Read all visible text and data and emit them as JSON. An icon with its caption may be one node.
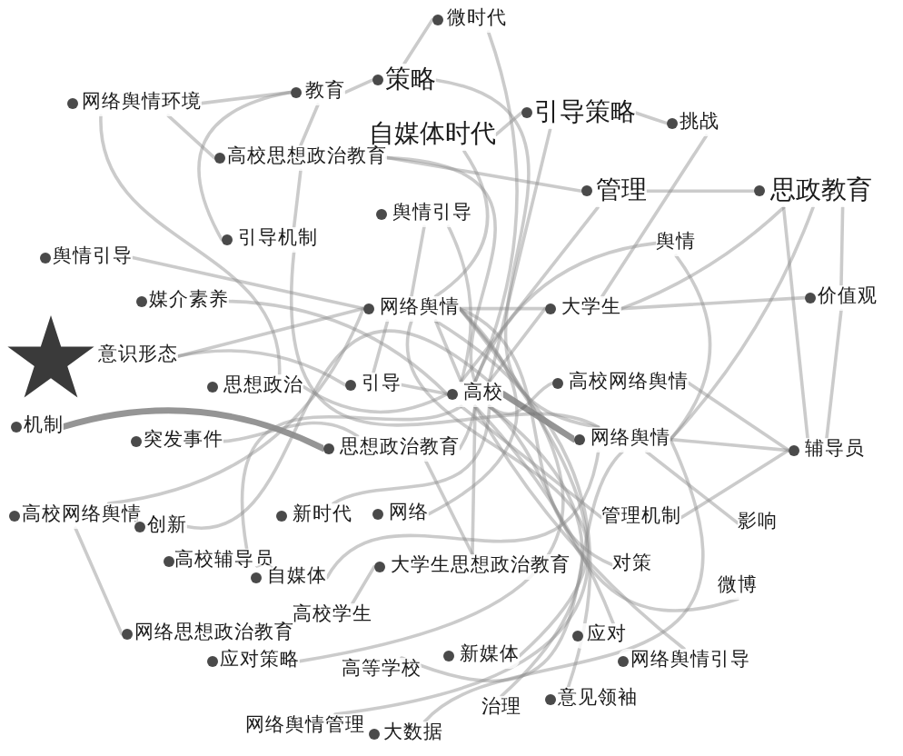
{
  "diagram": {
    "nodes": [
      {
        "text": [
          "微时代"
        ]
      },
      {
        "text": [
          "网络舆情环境"
        ]
      },
      {
        "text": [
          "教育"
        ]
      },
      {
        "text": [
          "策略"
        ]
      },
      {
        "text": [
          "自媒体时代"
        ]
      },
      {
        "text": [
          "引导策略"
        ]
      },
      {
        "text": [
          "挑战"
        ]
      },
      {
        "text": [
          "高校思想政治教育"
        ]
      },
      {
        "text": [
          "管理"
        ]
      },
      {
        "text": [
          "思政教育"
        ]
      },
      {
        "text": [
          "舆情引导"
        ]
      },
      {
        "text": [
          "舆情"
        ]
      },
      {
        "text": [
          "引导机制"
        ]
      },
      {
        "text": [
          "舆情引导"
        ]
      },
      {
        "text": [
          "媒介素养"
        ]
      },
      {
        "text": [
          "价值观"
        ]
      },
      {
        "text": [
          "网络舆情"
        ]
      },
      {
        "text": [
          "大学生"
        ]
      },
      {
        "text": [
          "意识形态"
        ]
      },
      {
        "text": [
          "思想政治"
        ]
      },
      {
        "text": [
          "引导"
        ]
      },
      {
        "text": [
          "高校"
        ]
      },
      {
        "text": [
          "高校网络舆情"
        ]
      },
      {
        "text": [
          "机制"
        ]
      },
      {
        "text": [
          "突发事件"
        ]
      },
      {
        "text": [
          "思想政治教育"
        ]
      },
      {
        "text": [
          "网络舆情"
        ]
      },
      {
        "text": [
          "辅导员"
        ]
      },
      {
        "text": [
          "高校网络舆情"
        ]
      },
      {
        "text": [
          "创新"
        ]
      },
      {
        "text": [
          "新时代"
        ]
      },
      {
        "text": [
          "网络"
        ]
      },
      {
        "text": [
          "管理机制"
        ]
      },
      {
        "text": [
          "影响"
        ]
      },
      {
        "text": [
          "高校辅导员"
        ]
      },
      {
        "text": [
          "自媒体"
        ]
      },
      {
        "text": [
          "大学生思想政治教育"
        ]
      },
      {
        "text": [
          "对策"
        ]
      },
      {
        "text": [
          "微博"
        ]
      },
      {
        "text": [
          "高校学生"
        ]
      },
      {
        "text": [
          "网络思想政治教育"
        ]
      },
      {
        "text": [
          "应对"
        ]
      },
      {
        "text": [
          "应对策略"
        ]
      },
      {
        "text": [
          "高等学校"
        ]
      },
      {
        "text": [
          "新媒体"
        ]
      },
      {
        "text": [
          "网络舆情引导"
        ]
      },
      {
        "text": [
          "网络舆情管理"
        ]
      },
      {
        "text": [
          "大数据"
        ]
      },
      {
        "text": [
          "治理"
        ]
      },
      {
        "text": [
          "意见领袖"
        ]
      }
    ],
    "edges": [
      {
        "from": 1,
        "to": 2,
        "arrow": "none"
      },
      {
        "from": 1,
        "to": 7,
        "arrow": "none"
      },
      {
        "from": 1,
        "to": 19,
        "arrow": "none"
      },
      {
        "from": 2,
        "to": 3,
        "arrow": "none"
      },
      {
        "from": 2,
        "to": 12,
        "arrow": "none"
      },
      {
        "from": 2,
        "to": 7,
        "arrow": "none"
      },
      {
        "from": 3,
        "to": 0,
        "arrow": "none"
      },
      {
        "from": 0,
        "to": 21,
        "arrow": "none"
      },
      {
        "from": 4,
        "to": 5,
        "arrow": "none"
      },
      {
        "from": 5,
        "to": 6,
        "arrow": "none"
      },
      {
        "from": 5,
        "to": 21,
        "arrow": "none"
      },
      {
        "from": 6,
        "to": 17,
        "arrow": "none"
      },
      {
        "from": 8,
        "to": 9,
        "arrow": "none"
      },
      {
        "from": 9,
        "to": 17,
        "arrow": "none"
      },
      {
        "from": 9,
        "to": 27,
        "arrow": "none"
      },
      {
        "from": 9,
        "to": 26,
        "arrow": "none"
      },
      {
        "from": 15,
        "to": 17,
        "arrow": "none"
      },
      {
        "from": 15,
        "to": 9,
        "arrow": "none"
      },
      {
        "from": 15,
        "to": 27,
        "arrow": "none"
      },
      {
        "from": 27,
        "to": 26,
        "arrow": "none"
      },
      {
        "from": 27,
        "to": 22,
        "arrow": "none"
      },
      {
        "from": 27,
        "to": 32,
        "arrow": "none"
      },
      {
        "from": 11,
        "to": 26,
        "arrow": "none"
      },
      {
        "from": 11,
        "to": 21,
        "arrow": "none"
      },
      {
        "from": 10,
        "to": 21,
        "arrow": "none"
      },
      {
        "from": 10,
        "to": 16,
        "arrow": "none"
      },
      {
        "from": 12,
        "to": 7,
        "arrow": "none"
      },
      {
        "from": 12,
        "to": 26,
        "arrow": "none"
      },
      {
        "from": 13,
        "to": 16,
        "arrow": "none"
      },
      {
        "from": 14,
        "to": 21,
        "arrow": "none"
      },
      {
        "from": 18,
        "to": 20,
        "arrow": "none"
      },
      {
        "from": 18,
        "to": 16,
        "arrow": "none"
      },
      {
        "from": 19,
        "to": 21,
        "arrow": "none"
      },
      {
        "from": 20,
        "to": 21,
        "arrow": "none"
      },
      {
        "from": 16,
        "to": 21,
        "arrow": "none"
      },
      {
        "from": 16,
        "to": 17,
        "arrow": "none"
      },
      {
        "from": 16,
        "to": 20,
        "arrow": "none"
      },
      {
        "from": 17,
        "to": 21,
        "arrow": "none"
      },
      {
        "from": 22,
        "to": 21,
        "arrow": "none"
      },
      {
        "from": 21,
        "to": 26,
        "arrow": "none",
        "style": "thick"
      },
      {
        "from": 23,
        "to": 25,
        "arrow": "none",
        "style": "thick"
      },
      {
        "from": 24,
        "to": 25,
        "arrow": "none"
      },
      {
        "from": 25,
        "to": 21,
        "arrow": "none"
      },
      {
        "from": 25,
        "to": 36,
        "arrow": "none"
      },
      {
        "from": 28,
        "to": 16,
        "arrow": "none"
      },
      {
        "from": 29,
        "to": 21,
        "arrow": "none"
      },
      {
        "from": 30,
        "to": 21,
        "arrow": "none"
      },
      {
        "from": 31,
        "to": 16,
        "arrow": "none"
      },
      {
        "from": 33,
        "to": 26,
        "arrow": "none"
      },
      {
        "from": 34,
        "to": 21,
        "arrow": "none"
      },
      {
        "from": 35,
        "to": 26,
        "arrow": "none"
      },
      {
        "from": 36,
        "to": 21,
        "arrow": "none"
      },
      {
        "from": 37,
        "to": 16,
        "arrow": "none"
      },
      {
        "from": 38,
        "to": 21,
        "arrow": "none"
      },
      {
        "from": 39,
        "to": 36,
        "arrow": "none"
      },
      {
        "from": 40,
        "to": 28,
        "arrow": "none"
      },
      {
        "from": 41,
        "to": 21,
        "arrow": "none"
      },
      {
        "from": 42,
        "to": 16,
        "arrow": "none"
      },
      {
        "from": 43,
        "to": 26,
        "arrow": "none"
      },
      {
        "from": 44,
        "to": 16,
        "arrow": "none"
      },
      {
        "from": 45,
        "to": 21,
        "arrow": "none"
      },
      {
        "from": 46,
        "to": 16,
        "arrow": "none"
      },
      {
        "from": 47,
        "to": 26,
        "arrow": "none"
      },
      {
        "from": 48,
        "to": 21,
        "arrow": "none"
      },
      {
        "from": 49,
        "to": 16,
        "arrow": "none"
      },
      {
        "from": 7,
        "to": 21,
        "arrow": "none"
      },
      {
        "from": 7,
        "to": 8,
        "arrow": "none"
      },
      {
        "from": 4,
        "to": 16,
        "arrow": "none"
      },
      {
        "from": 3,
        "to": 26,
        "arrow": "none"
      },
      {
        "from": 8,
        "to": 21,
        "arrow": "none"
      },
      {
        "from": 32,
        "to": 21,
        "arrow": "none"
      }
    ]
  }
}
